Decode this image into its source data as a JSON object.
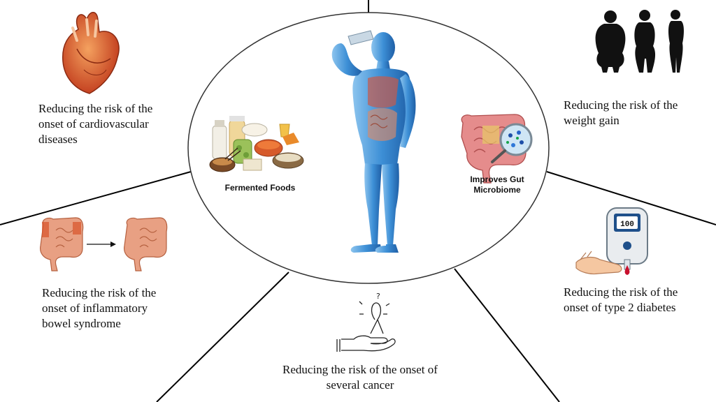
{
  "center": {
    "fermented_label": "Fermented Foods",
    "gut_label": "Improves Gut\nMicrobiome"
  },
  "benefits": {
    "cardio": "Reducing the risk of the\nonset of cardiovascular\ndiseases",
    "weight": "Reducing the risk of the\nweight gain",
    "ibs": "Reducing the risk of the\nonset of inflammatory\nbowel syndrome",
    "diabetes": "Reducing the risk of the\nonset of type 2 diabetes",
    "cancer": "Reducing the risk of the onset of\nseveral cancer",
    "glucose_reading": "100"
  },
  "icons": {
    "cardio": "heart-icon",
    "weight": "body-silhouettes-icon",
    "ibs": "intestine-icon",
    "diabetes": "glucose-meter-icon",
    "cancer": "cancer-ribbon-hand-icon",
    "person": "human-body-drinking-icon",
    "food": "fermented-food-icon",
    "gut": "gut-microbiome-icon"
  },
  "colors": {
    "body_blue": "#3d8fd6",
    "heart_red": "#d9532a",
    "intestine_pink": "#e8a083",
    "silhouette": "#111111",
    "blood_red": "#c8102e"
  }
}
